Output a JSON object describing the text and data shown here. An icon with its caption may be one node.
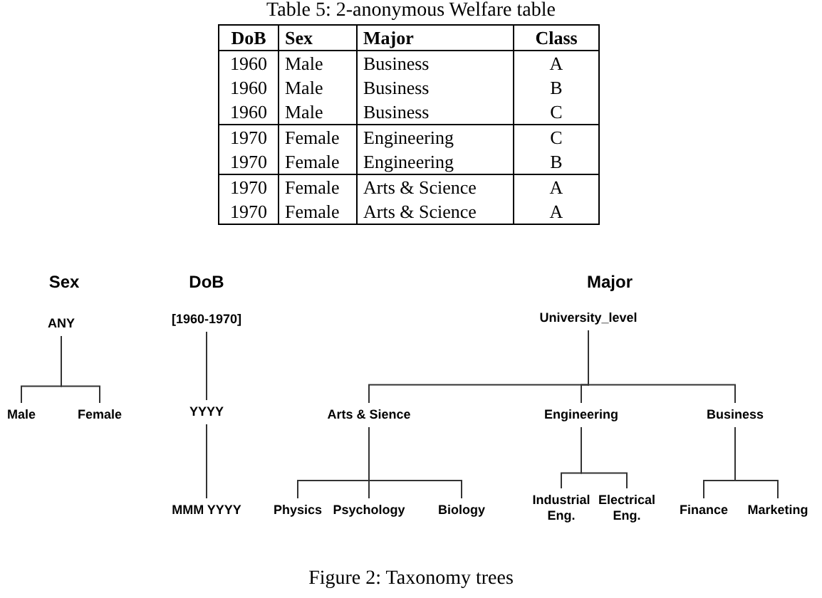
{
  "diagram": {
    "title": "Table 5: 2-anonymous Welfare table",
    "caption": "Figure 2: Taxonomy trees",
    "nodes": [
      {
        "text": [
          "ANY"
        ]
      },
      {
        "text": [
          "Male"
        ]
      },
      {
        "text": [
          "Female"
        ]
      },
      {
        "text": [
          "[1960-1970]"
        ]
      },
      {
        "text": [
          "YYYY"
        ]
      },
      {
        "text": [
          "MMM YYYY"
        ]
      },
      {
        "text": [
          "University_level"
        ]
      },
      {
        "text": [
          "Arts & Sience"
        ]
      },
      {
        "text": [
          "Engineering"
        ]
      },
      {
        "text": [
          "Business"
        ]
      },
      {
        "text": [
          "Physics"
        ]
      },
      {
        "text": [
          "Psychology"
        ]
      },
      {
        "text": [
          "Biology"
        ]
      },
      {
        "text": [
          "Industrial Eng."
        ]
      },
      {
        "text": [
          "Electrical Eng."
        ]
      },
      {
        "text": [
          "Finance"
        ]
      },
      {
        "text": [
          "Marketing"
        ]
      }
    ],
    "edges": [
      {
        "from": 0,
        "to": 1,
        "arrow": "none"
      },
      {
        "from": 0,
        "to": 2,
        "arrow": "none"
      },
      {
        "from": 3,
        "to": 4,
        "arrow": "none"
      },
      {
        "from": 4,
        "to": 5,
        "arrow": "none"
      },
      {
        "from": 6,
        "to": 7,
        "arrow": "none"
      },
      {
        "from": 6,
        "to": 8,
        "arrow": "none"
      },
      {
        "from": 6,
        "to": 9,
        "arrow": "none"
      },
      {
        "from": 7,
        "to": 10,
        "arrow": "none"
      },
      {
        "from": 7,
        "to": 11,
        "arrow": "none"
      },
      {
        "from": 7,
        "to": 12,
        "arrow": "none"
      },
      {
        "from": 8,
        "to": 13,
        "arrow": "none"
      },
      {
        "from": 8,
        "to": 14,
        "arrow": "none"
      },
      {
        "from": 9,
        "to": 15,
        "arrow": "none"
      },
      {
        "from": 9,
        "to": 16,
        "arrow": "none"
      }
    ],
    "labels": [
      "DoB",
      "Sex",
      "Major",
      "Class",
      "1960",
      "Male",
      "Business",
      "A",
      "1960",
      "Male",
      "Business",
      "B",
      "1960",
      "Male",
      "Business",
      "C",
      "1970",
      "Female",
      "Engineering",
      "C",
      "1970",
      "Female",
      "Engineering",
      "B",
      "1970",
      "Female",
      "Arts & Science",
      "A",
      "1970",
      "Female",
      "Arts & Science",
      "A",
      "Sex",
      "DoB",
      "Major"
    ]
  }
}
